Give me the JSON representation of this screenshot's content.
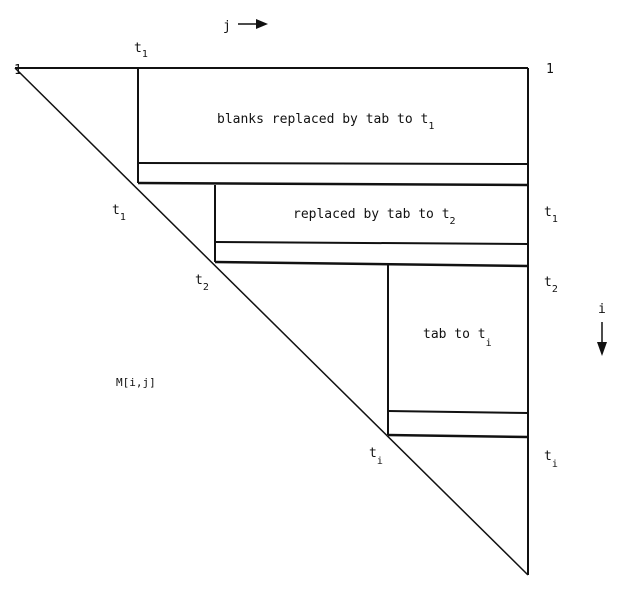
{
  "labels": {
    "top_left": "1",
    "top_t": "t",
    "top_t_sub": "1",
    "j_axis": "j",
    "top_right": "1",
    "row1_text": "blanks replaced by tab to t",
    "row1_sub": "1",
    "diag_t1": "t",
    "diag_t1_sub": "1",
    "row2_text": "replaced by tab to t",
    "row2_sub": "2",
    "right_t1": "t",
    "right_t1_sub": "1",
    "diag_t2": "t",
    "diag_t2_sub": "2",
    "right_t2": "t",
    "right_t2_sub": "2",
    "row3_text": "tab to t",
    "row3_sub": "i",
    "i_axis": "i",
    "matrix": "M[i,j]",
    "diag_ti": "t",
    "diag_ti_sub": "i",
    "right_ti": "t",
    "right_ti_sub": "i"
  }
}
